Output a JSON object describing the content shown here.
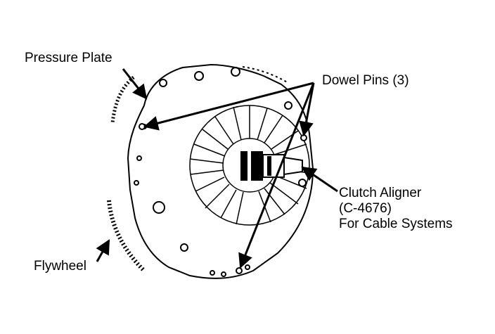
{
  "labels": {
    "pressure_plate": "Pressure Plate",
    "dowel_pins": "Dowel Pins (3)",
    "clutch_aligner": [
      "Clutch Aligner",
      "(C-4676)",
      "For Cable Systems"
    ],
    "flywheel": "Flywheel"
  },
  "colors": {
    "ink": "#000000",
    "paper": "#ffffff"
  }
}
